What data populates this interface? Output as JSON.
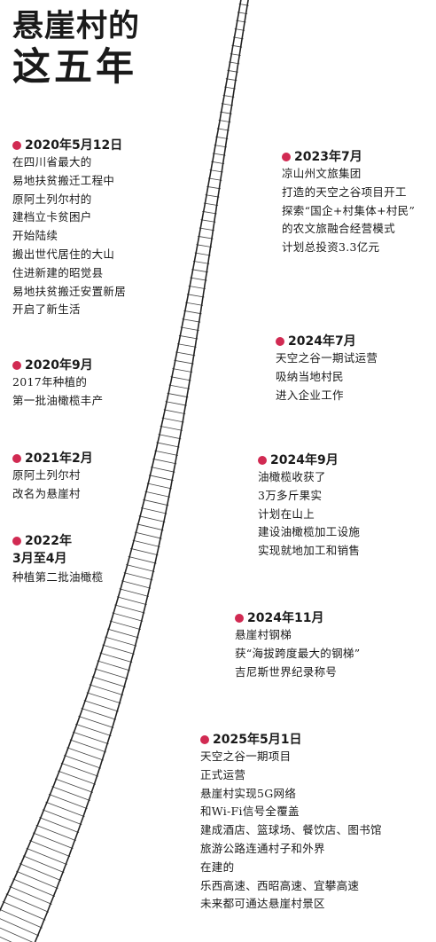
{
  "title": {
    "line1": "悬崖村的",
    "line2": "这五年"
  },
  "accent_color": "#d12a52",
  "events": [
    {
      "date": "2020年5月12日",
      "lines": [
        "在四川省最大的",
        "易地扶贫搬迁工程中",
        "原阿土列尔村的",
        "建档立卡贫困户",
        "开始陆续",
        "搬出世代居住的大山",
        "住进新建的昭觉县",
        "易地扶贫搬迁安置新居",
        "开启了新生活"
      ]
    },
    {
      "date": "2020年9月",
      "lines": [
        "2017年种植的",
        "第一批油橄榄丰产"
      ]
    },
    {
      "date": "2021年2月",
      "lines": [
        "原阿土列尔村",
        "改名为悬崖村"
      ]
    },
    {
      "date": "2022年",
      "date2": "3月至4月",
      "lines": [
        "种植第二批油橄榄"
      ]
    },
    {
      "date": "2023年7月",
      "lines": [
        "凉山州文旅集团",
        "打造的天空之谷项目开工",
        "探索“国企+村集体+村民”",
        "的农文旅融合经营模式",
        "计划总投资3.3亿元"
      ]
    },
    {
      "date": "2024年7月",
      "lines": [
        "天空之谷一期试运营",
        "吸纳当地村民",
        "进入企业工作"
      ]
    },
    {
      "date": "2024年9月",
      "lines": [
        "油橄榄收获了",
        "3万多斤果实",
        "计划在山上",
        "建设油橄榄加工设施",
        "实现就地加工和销售"
      ]
    },
    {
      "date": "2024年11月",
      "lines": [
        "悬崖村钢梯",
        "获“海拔跨度最大的钢梯”",
        "吉尼斯世界纪录称号"
      ]
    },
    {
      "date": "2025年5月1日",
      "lines": [
        "天空之谷一期项目",
        "正式运营",
        "悬崖村实现5G网络",
        "和Wi-Fi信号全覆盖",
        "建成酒店、篮球场、餐饮店、图书馆",
        "旅游公路连通村子和外界",
        "在建的",
        "乐西高速、西昭高速、宜攀高速",
        "未来都可通达悬崖村景区"
      ]
    }
  ]
}
